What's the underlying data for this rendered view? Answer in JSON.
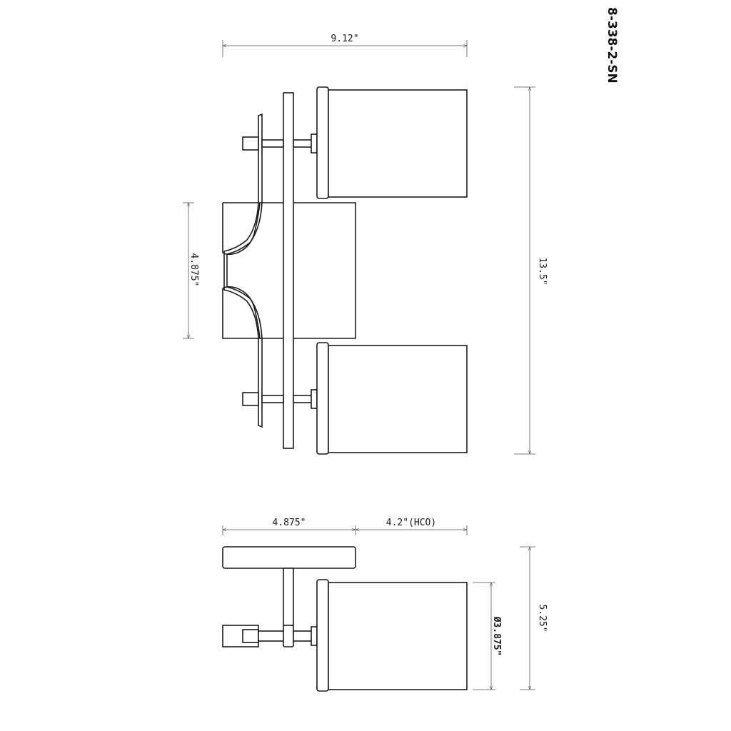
{
  "model_number": "8-338-2-SN",
  "dimensions": {
    "overall_width": "9.12\"",
    "overall_height": "13.5\"",
    "backplate_width": "4.875\"",
    "backplate_depth": "4.875\"",
    "extension": "4.2\"(HCO)",
    "side_height": "5.25\"",
    "shade_diameter": "Ø3.875\""
  },
  "colors": {
    "line": "#1a1a1a",
    "dimension_line": "#555555",
    "background": "#ffffff"
  }
}
